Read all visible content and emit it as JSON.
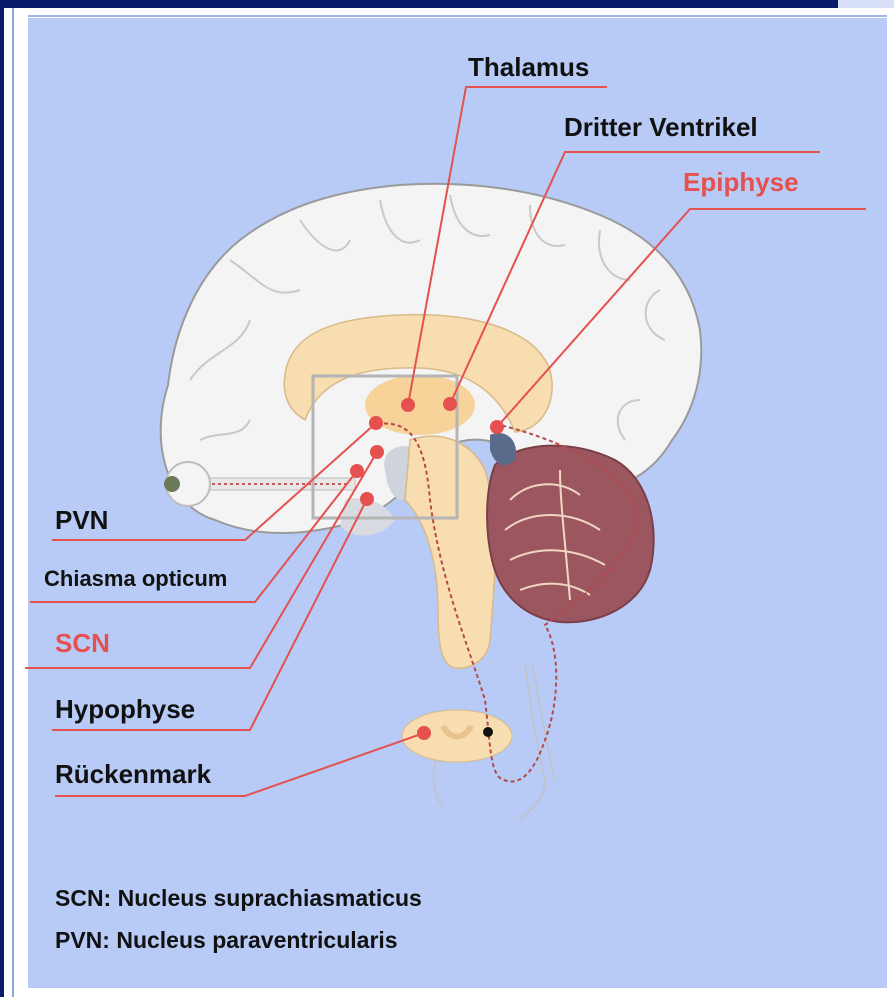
{
  "labels": {
    "thalamus": "Thalamus",
    "dritter_ventrikel": "Dritter Ventrikel",
    "epiphyse": "Epiphyse",
    "pvn": "PVN",
    "chiasma": "Chiasma opticum",
    "scn": "SCN",
    "hypophyse": "Hypophyse",
    "rueckenmark": "Rückenmark"
  },
  "notes": {
    "scn": "SCN: Nucleus suprachiasmaticus",
    "pvn": "PVN: Nucleus paraventricularis"
  },
  "colors": {
    "background": "#b7cbf6",
    "leader": "#e4514f",
    "highlight_text": "#e4514f",
    "text": "#111111",
    "brain_white": "#f4f4f4",
    "brain_outline": "#9a9a9a",
    "inner_beige": "#f8ddb0",
    "cerebellum": "#9c5660",
    "focus_box": "#b5b5b5"
  }
}
